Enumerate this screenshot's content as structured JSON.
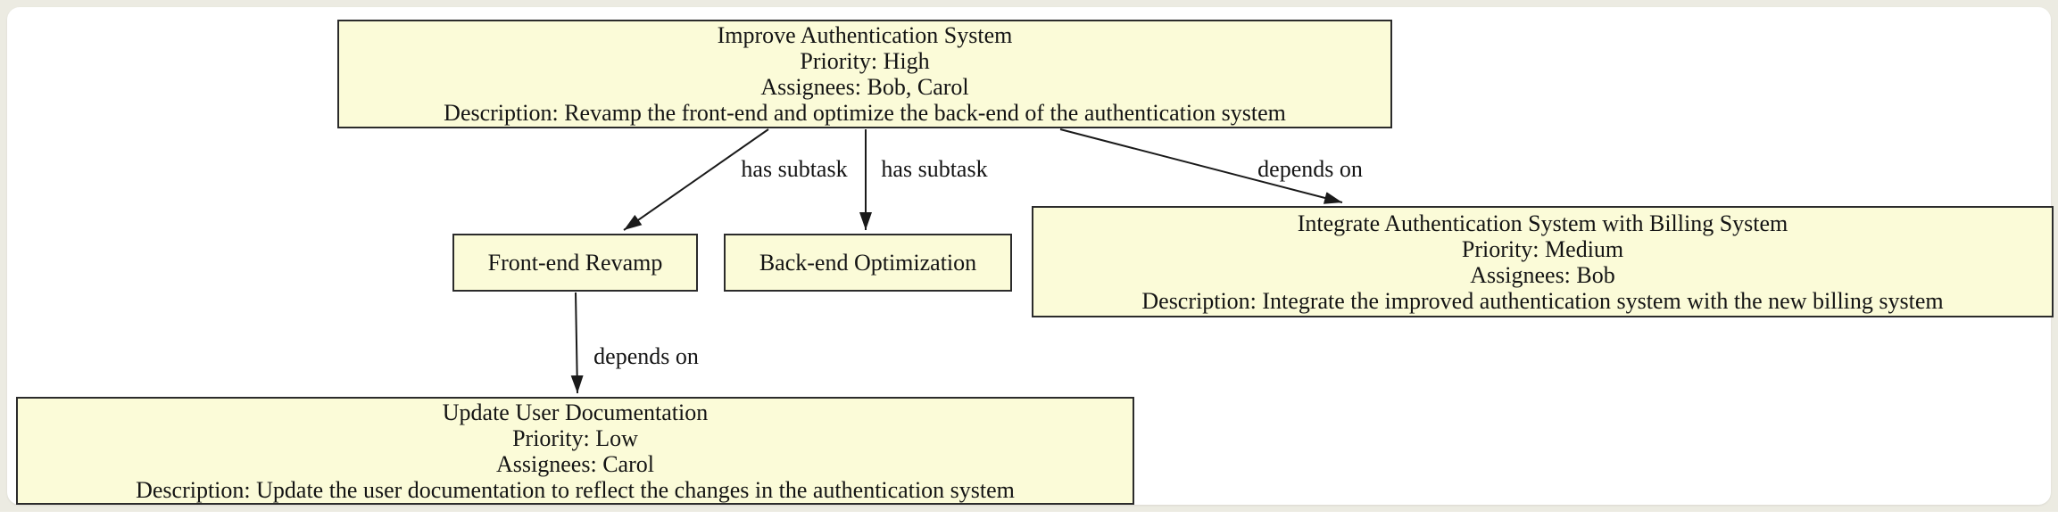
{
  "diagram": {
    "colors": {
      "frame_bg": "#ECEBE2",
      "canvas_bg": "#FFFFFF",
      "node_fill": "#FBFBD8",
      "node_border": "#2B2B2B",
      "edge_color": "#1A1A1A",
      "text_color": "#141414"
    },
    "nodes": {
      "improve_auth": {
        "title": "Improve Authentication System",
        "priority": "Priority: High",
        "assignees": "Assignees: Bob, Carol",
        "description": "Description: Revamp the front-end and optimize the back-end of the authentication system"
      },
      "frontend": {
        "title": "Front-end Revamp"
      },
      "backend": {
        "title": "Back-end Optimization"
      },
      "integrate": {
        "title": "Integrate Authentication System with Billing System",
        "priority": "Priority: Medium",
        "assignees": "Assignees: Bob",
        "description": "Description: Integrate the improved authentication system with the new billing system"
      },
      "docs": {
        "title": "Update User Documentation",
        "priority": "Priority: Low",
        "assignees": "Assignees: Carol",
        "description": "Description: Update the user documentation to reflect the changes in the authentication system"
      }
    },
    "edges": [
      {
        "from": "improve_auth",
        "to": "frontend",
        "label": "has subtask"
      },
      {
        "from": "improve_auth",
        "to": "backend",
        "label": "has subtask"
      },
      {
        "from": "improve_auth",
        "to": "integrate",
        "label": "depends on"
      },
      {
        "from": "frontend",
        "to": "docs",
        "label": "depends on"
      }
    ]
  }
}
